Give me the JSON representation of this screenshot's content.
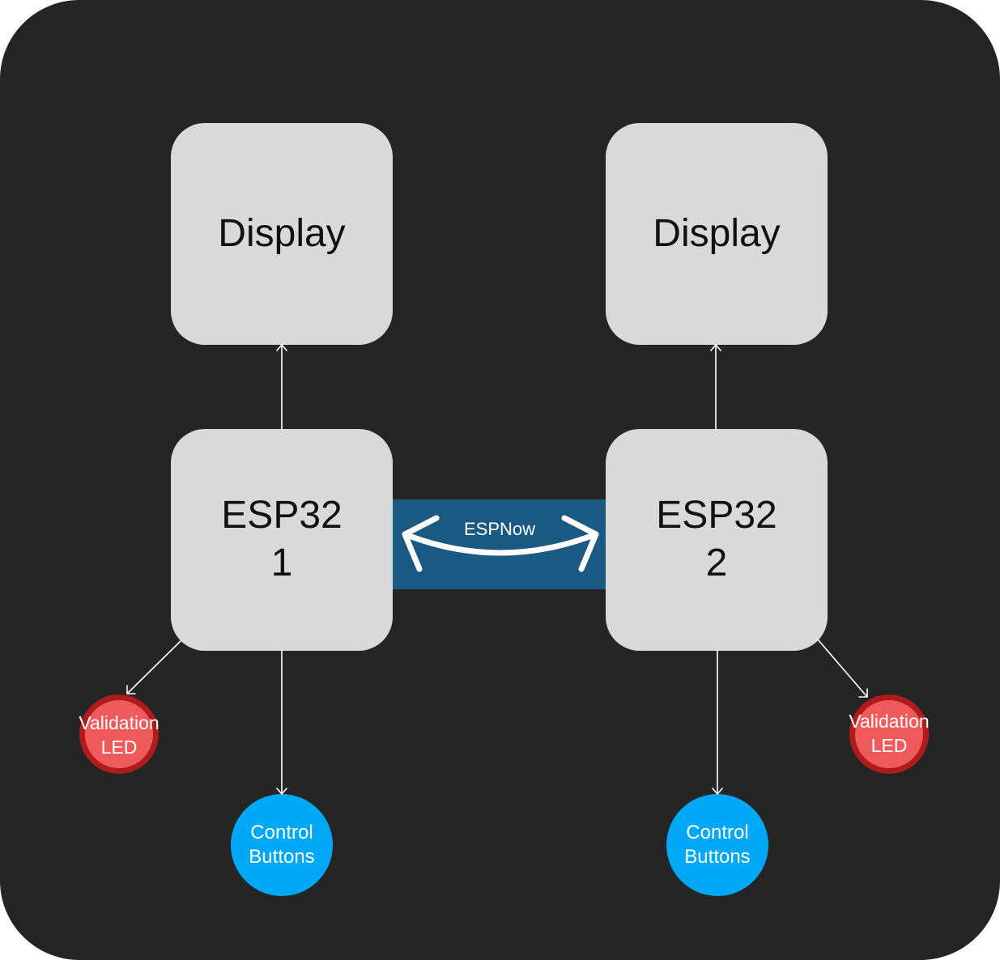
{
  "left_node": {
    "display_label": "Display",
    "esp_name": "ESP32",
    "esp_number": "1",
    "led_line1": "Validation",
    "led_line2": "LED",
    "buttons_line1": "Control",
    "buttons_line2": "Buttons"
  },
  "right_node": {
    "display_label": "Display",
    "esp_name": "ESP32",
    "esp_number": "2",
    "led_line1": "Validation",
    "led_line2": "LED",
    "buttons_line1": "Control",
    "buttons_line2": "Buttons"
  },
  "link": {
    "label": "ESPNow",
    "band_color": "#1a5a82"
  },
  "colors": {
    "background": "#252525",
    "box": "#d9d9d9",
    "led_fill": "#f05a5a",
    "led_ring": "#b01b1b",
    "buttons": "#00a8f5",
    "wire": "#ffffff"
  }
}
